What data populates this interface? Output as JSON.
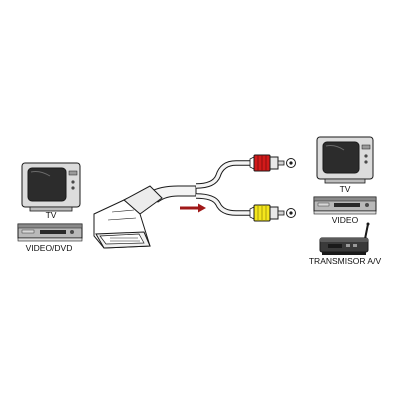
{
  "left_labels": {
    "tv": "TV",
    "video_dvd": "VIDEO/DVD"
  },
  "right_labels": {
    "tv": "TV",
    "video": "VIDEO",
    "transmisor": "TRANSMISOR A/V"
  },
  "colors": {
    "outline": "#1a1a1a",
    "tv_body": "#dcdcdc",
    "screen": "#2c2c2c",
    "device_body": "#b9b9b9",
    "device_dark": "#2a2a2a",
    "arrow": "#a01818",
    "plug_red": "#d21a1a",
    "plug_yellow": "#f4e61c",
    "cable": "#f4f4f4"
  },
  "icons": [
    "tv-icon",
    "video-dvd-icon",
    "scart-connector-icon",
    "direction-arrow-icon",
    "rca-red-plug-icon",
    "rca-yellow-plug-icon",
    "rca-jack-icon",
    "video-recorder-icon",
    "av-transmitter-icon"
  ]
}
